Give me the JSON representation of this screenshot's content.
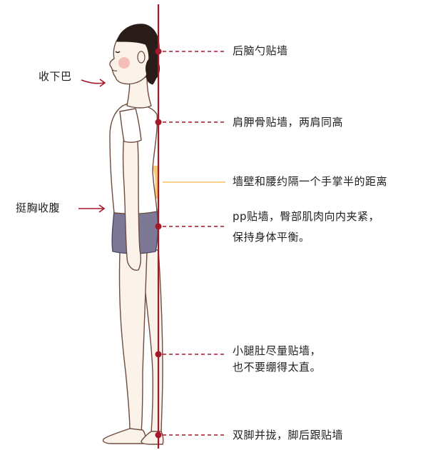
{
  "colors": {
    "wall_line": "#a7172a",
    "skin": "#fbf2ea",
    "outline": "#6e4c40",
    "hair": "#2a1c18",
    "shirt": "#ffffff",
    "shorts": "#7c7896",
    "cheek": "#f1a7a0",
    "waist_gap": "#f5c060",
    "text": "#1e1e1e"
  },
  "left_labels": {
    "chin": "收下巴",
    "chest": "挺胸收腹"
  },
  "right_labels": {
    "head": "后脑勺贴墙",
    "shoulder": "肩胛骨贴墙，两肩同高",
    "waist": "墙壁和腰约隔一个手掌半的距离",
    "hip_line1": "pp贴墙，臀部肌肉向内夹紧，",
    "hip_line2": "保持身体平衡。",
    "calf_line1": "小腿肚尽量贴墙，",
    "calf_line2": "也不要绷得太直。",
    "heel": "双脚并拢，脚后跟贴墙"
  }
}
